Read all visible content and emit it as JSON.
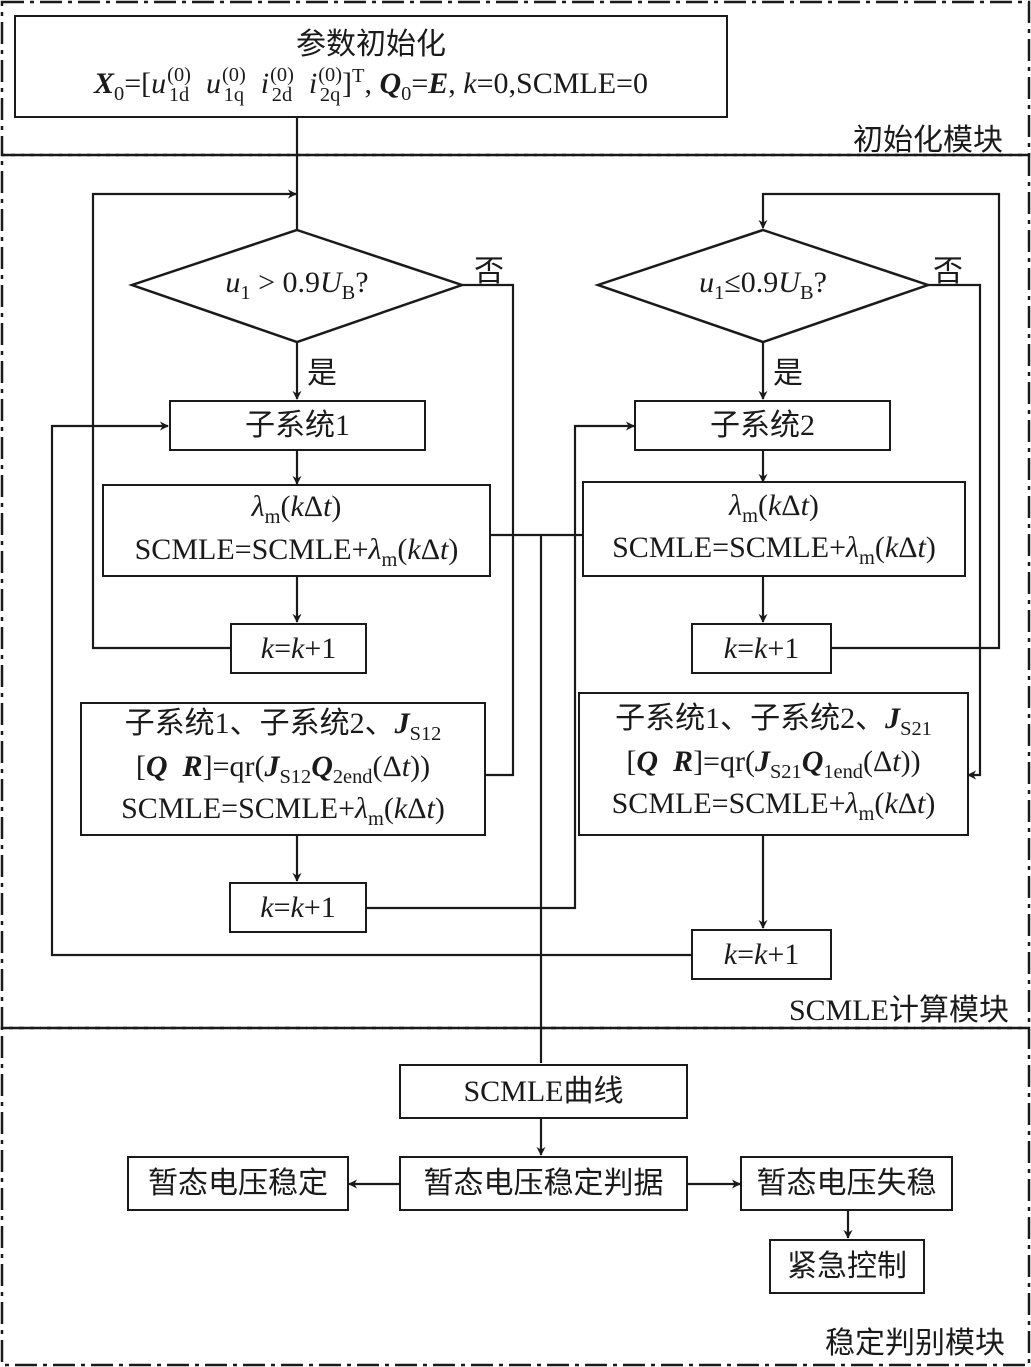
{
  "modules": {
    "init": "初始化模块",
    "calc": "SCMLE计算模块",
    "judge": "稳定判别模块"
  },
  "init_box": {
    "title": "参数初始化",
    "formula": {
      "x0": "X",
      "x0_sub": "0",
      "vec_open": "=[",
      "u1d": "u",
      "u1d_sup": "(0)",
      "u1d_sub": "1d",
      "u1q": "u",
      "u1q_sup": "(0)",
      "u1q_sub": "1q",
      "i2d": "i",
      "i2d_sup": "(0)",
      "i2d_sub": "2d",
      "i2q": "i",
      "i2q_sup": "(0)",
      "i2q_sub": "2q",
      "vec_close": "]",
      "transpose": "T",
      "q0": "Q",
      "q0_sub": "0",
      "eq_e": "=",
      "e": "E",
      "k_part_k": "k",
      "k_part_rest": "=0,SCMLE=0"
    }
  },
  "decision_left": {
    "var": "u",
    "var_sub": "1",
    "op": " > 0.9",
    "ub": "U",
    "ub_sub": "B",
    "q": "?",
    "yes": "是",
    "no": "否"
  },
  "decision_right": {
    "var": "u",
    "var_sub": "1",
    "op": "≤0.9",
    "ub": "U",
    "ub_sub": "B",
    "q": "?",
    "yes": "是",
    "no": "否"
  },
  "left": {
    "subsystem": "子系统1",
    "lambda": {
      "sym": "λ",
      "sub": "m",
      "arg_open": "(",
      "k": "k",
      "delta": "Δ",
      "t": "t",
      "arg_close": ")"
    },
    "accum": {
      "lhs": "SCMLE=SCMLE+",
      "sym": "λ",
      "sub": "m",
      "arg_open": "(",
      "k": "k",
      "delta": "Δ",
      "t": "t",
      "arg_close": ")"
    },
    "k_inc": {
      "k1": "k",
      "eq": "=",
      "k2": "k",
      "rest": "+1"
    },
    "switch": {
      "line1_text": "子系统1、子系统2、",
      "line1_J": "J",
      "line1_J_sub": "S12",
      "qr_open": "[",
      "qr_Q": "Q",
      "qr_R": "R",
      "qr_mid": "]=qr(",
      "qr_J": "J",
      "qr_J_sub": "S12",
      "qr_Q2": "Q",
      "qr_Q2_sub": "2end",
      "qr_tail_open": "(Δ",
      "qr_t": "t",
      "qr_tail_close": "))",
      "accum_lhs": "SCMLE=SCMLE+",
      "accum_sym": "λ",
      "accum_sub": "m",
      "accum_open": "(",
      "accum_k": "k",
      "accum_delta": "Δ",
      "accum_t": "t",
      "accum_close": ")"
    },
    "k_inc2": {
      "k1": "k",
      "eq": "=",
      "k2": "k",
      "rest": "+1"
    }
  },
  "right": {
    "subsystem": "子系统2",
    "lambda": {
      "sym": "λ",
      "sub": "m",
      "arg_open": "(",
      "k": "k",
      "delta": "Δ",
      "t": "t",
      "arg_close": ")"
    },
    "accum": {
      "lhs": "SCMLE=SCMLE+",
      "sym": "λ",
      "sub": "m",
      "arg_open": "(",
      "k": "k",
      "delta": "Δ",
      "t": "t",
      "arg_close": ")"
    },
    "k_inc": {
      "k1": "k",
      "eq": "=",
      "k2": "k",
      "rest": "+1"
    },
    "switch": {
      "line1_text": "子系统1、子系统2、",
      "line1_J": "J",
      "line1_J_sub": "S21",
      "qr_open": "[",
      "qr_Q": "Q",
      "qr_R": "R",
      "qr_mid": "]=qr(",
      "qr_J": "J",
      "qr_J_sub": "S21",
      "qr_Q2": "Q",
      "qr_Q2_sub": "1end",
      "qr_tail_open": "(Δ",
      "qr_t": "t",
      "qr_tail_close": "))",
      "accum_lhs": "SCMLE=SCMLE+",
      "accum_sym": "λ",
      "accum_sub": "m",
      "accum_open": "(",
      "accum_k": "k",
      "accum_delta": "Δ",
      "accum_t": "t",
      "accum_close": ")"
    },
    "k_inc2": {
      "k1": "k",
      "eq": "=",
      "k2": "k",
      "rest": "+1"
    }
  },
  "judge": {
    "curve": "SCMLE曲线",
    "criterion": "暂态电压稳定判据",
    "stable": "暂态电压稳定",
    "unstable": "暂态电压失稳",
    "control": "紧急控制"
  }
}
